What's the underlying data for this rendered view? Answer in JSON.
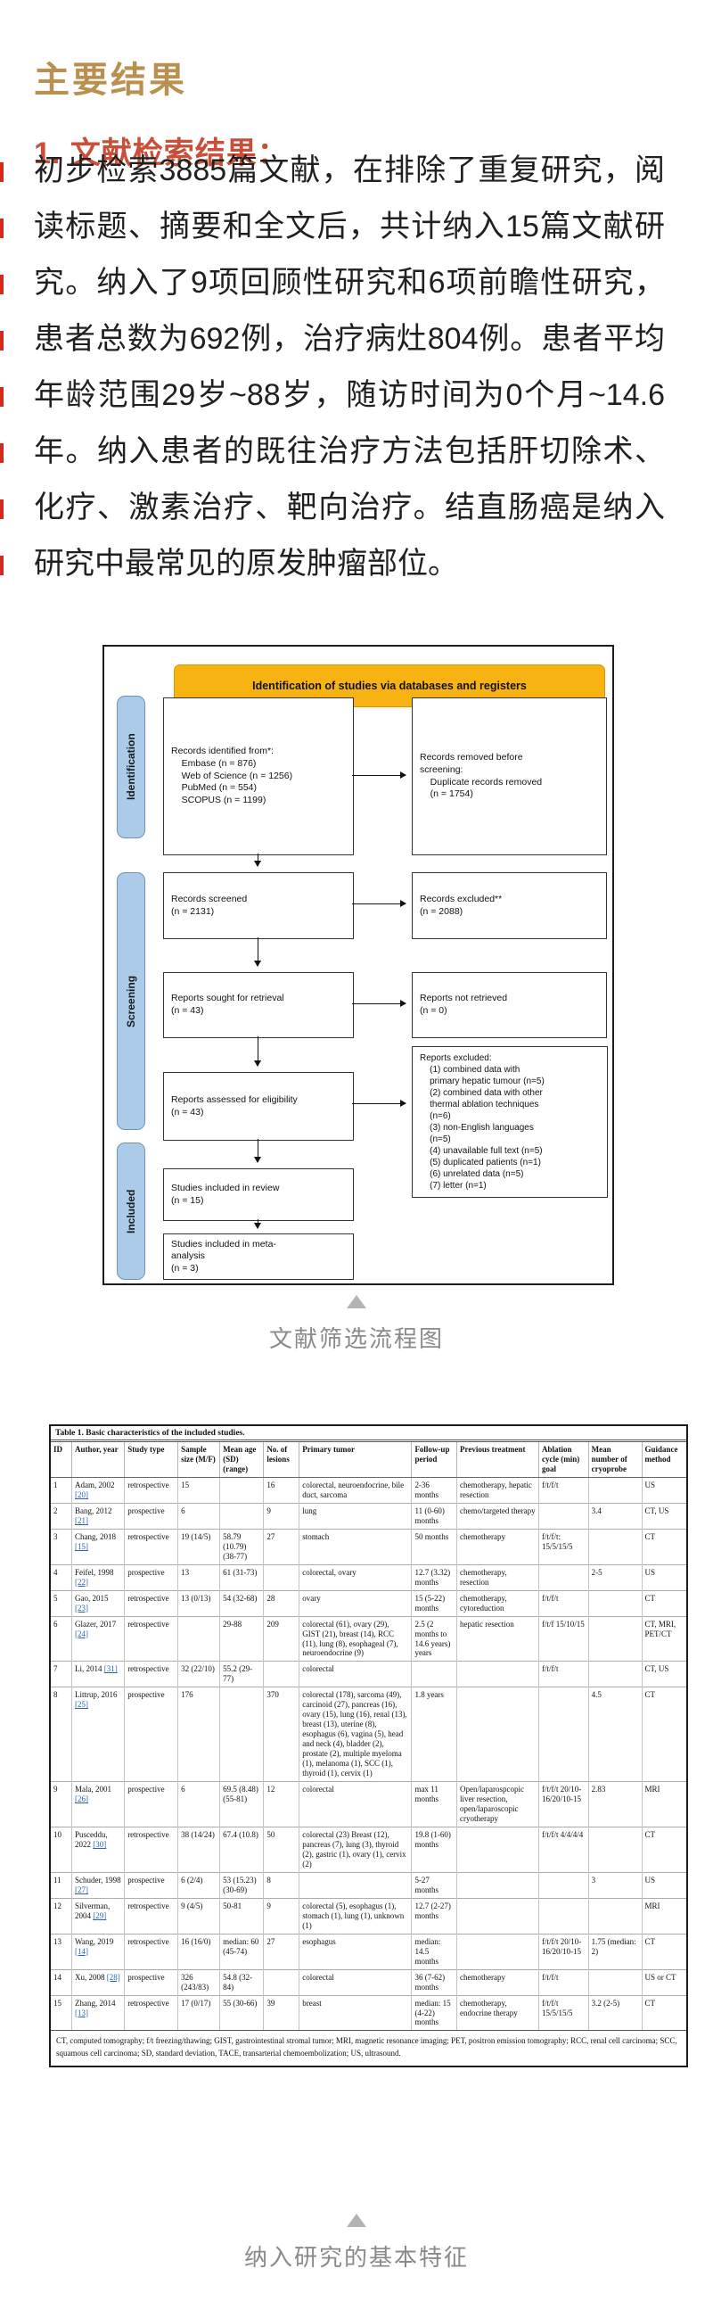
{
  "colors": {
    "section_title": "#b8904f",
    "subsection_title": "#c94f38",
    "line_marker": "#d42a1e",
    "banner_bg": "#f6b312",
    "banner_border": "#d89600",
    "stage_bg": "#abcbe9",
    "stage_border": "#6d93b8",
    "caption_gray": "#8a8a8a",
    "citation_blue": "#2c62b5"
  },
  "article": {
    "section_title": "主要结果",
    "subsection_title": "1. 文献检索结果：",
    "paragraph": "初步检索3885篇文献，在排除了重复研究，阅读标题、摘要和全文后，共计纳入15篇文献研究。纳入了9项回顾性研究和6项前瞻性研究，患者总数为692例，治疗病灶804例。患者平均年龄范围29岁~88岁，随访时间为0个月~14.6年。纳入患者的既往治疗方法包括肝切除术、化疗、激素治疗、靶向治疗。结直肠癌是纳入研究中最常见的原发肿瘤部位。"
  },
  "flowchart": {
    "banner": "Identification of studies via databases and registers",
    "stage_labels": [
      "Identification",
      "Screening",
      "Included"
    ],
    "boxes": {
      "identified": [
        "Records identified from*:",
        "    Embase (n = 876)",
        "    Web of Science (n = 1256)",
        "    PubMed (n = 554)",
        "    SCOPUS (n = 1199)"
      ],
      "removed": [
        "Records removed before",
        "screening:",
        "    Duplicate records removed",
        "    (n = 1754)"
      ],
      "screened": [
        "Records screened",
        "(n = 2131)"
      ],
      "excluded": [
        "Records excluded**",
        "(n = 2088)"
      ],
      "sought": [
        "Reports sought for retrieval",
        "(n = 43)"
      ],
      "not_retrieved": [
        "Reports not retrieved",
        "(n = 0)"
      ],
      "assessed": [
        "Reports assessed for eligibility",
        "(n = 43)"
      ],
      "reports_excluded": [
        "Reports excluded:",
        "    (1) combined data with",
        "    primary hepatic tumour (n=5)",
        "    (2) combined data with other",
        "    thermal ablation techniques",
        "    (n=6)",
        "    (3) non-English languages",
        "    (n=5)",
        "    (4) unavailable full text (n=5)",
        "    (5) duplicated patients (n=1)",
        "    (6) unrelated data (n=5)",
        "    (7) letter (n=1)"
      ],
      "included_review": [
        "Studies included in review",
        "(n = 15)"
      ],
      "included_meta": [
        "Studies included in meta-",
        "analysis",
        "(n = 3)"
      ]
    },
    "caption": "文献筛选流程图"
  },
  "table": {
    "title": "Table 1.  Basic characteristics of the included studies.",
    "headers": [
      "ID",
      "Author, year",
      "Study type",
      "Sample size (M/F)",
      "Mean age (SD) (range)",
      "No. of lesions",
      "Primary tumor",
      "Follow-up period",
      "Previous treatment",
      "Ablation cycle (min) goal",
      "Mean number of cryoprobe",
      "Guidance method"
    ],
    "rows": [
      [
        "1",
        "Adam, 2002 [20]",
        "retrospective",
        "15",
        "",
        "16",
        "colorectal, neuroendocrine, bile duct, sarcoma",
        "2-36 months",
        "chemotherapy, hepatic resection",
        "f/t/f/t",
        "",
        "US"
      ],
      [
        "2",
        "Bang, 2012 [21]",
        "prospective",
        "6",
        "",
        "9",
        "lung",
        "11 (0-60) months",
        "chemo/targeted therapy",
        "",
        "3.4",
        "CT, US"
      ],
      [
        "3",
        "Chang, 2018 [15]",
        "retrospective",
        "19 (14/5)",
        "58.79 (10.79) (38-77)",
        "27",
        "stomach",
        "50 months",
        "chemotherapy",
        "f/t/f/t: 15/5/15/5",
        "",
        "CT"
      ],
      [
        "4",
        "Feifel, 1998 [22]",
        "prospective",
        "13",
        "61 (31-73)",
        "",
        "colorectal, ovary",
        "12.7 (3.32) months",
        "chemotherapy, resection",
        "",
        "2-5",
        "US"
      ],
      [
        "5",
        "Gao, 2015 [23]",
        "retrospective",
        "13 (0/13)",
        "54 (32-68)",
        "28",
        "ovary",
        "15 (5-22) months",
        "chemotherapy, cytoreduction",
        "f/t/f/t",
        "",
        "CT"
      ],
      [
        "6",
        "Glazer, 2017 [24]",
        "retrospective",
        "",
        "29-88",
        "209",
        "colorectal (61), ovary (29), GIST (21), breast (14), RCC (11), lung (8), esophageal (7), neuroendocrine (9)",
        "2.5 (2 months to 14.6 years) years",
        "hepatic resection",
        "f/t/f 15/10/15",
        "",
        "CT, MRI, PET/CT"
      ],
      [
        "7",
        "Li, 2014 [31]",
        "retrospective",
        "32 (22/10)",
        "55.2 (29-77)",
        "",
        "colorectal",
        "",
        "",
        "f/t/f/t",
        "",
        "CT, US"
      ],
      [
        "8",
        "Littrup, 2016 [25]",
        "prospective",
        "176",
        "",
        "370",
        "colorectal (178), sarcoma (49), carcinoid (27), pancreas (16), ovary (15), lung (16), renal (13), breast (13), uterine (8), esophagus (6), vagina (5), head and neck (4), bladder (2), prostate (2), multiple myeloma (1), melanoma (1), SCC (1), thyroid (1), cervix (1)",
        "1.8 years",
        "",
        "",
        "4.5",
        "CT"
      ],
      [
        "9",
        "Mala, 2001 [26]",
        "prospective",
        "6",
        "69.5 (8.48) (55-81)",
        "12",
        "colorectal",
        "max 11 months",
        "Open/laparospcopic liver resection, open/laparoscopic cryotherapy",
        "f/t/f/t 20/10-16/20/10-15",
        "2.83",
        "MRI"
      ],
      [
        "10",
        "Pusceddu, 2022 [30]",
        "retrospective",
        "38 (14/24)",
        "67.4 (10.8)",
        "50",
        "colorectal (23) Breast (12), pancreas (7), lung (3), thyroid (2), gastric (1), ovary (1), cervix (2)",
        "19.8 (1-60) months",
        "",
        "f/t/f/t 4/4/4/4",
        "",
        "CT"
      ],
      [
        "11",
        "Schuder, 1998 [27]",
        "prospective",
        "6 (2/4)",
        "53 (15.23) (30-69)",
        "8",
        "",
        "5-27 months",
        "",
        "",
        "3",
        "US"
      ],
      [
        "12",
        "Silverman, 2004 [29]",
        "retrospective",
        "9 (4/5)",
        "50-81",
        "9",
        "colorectal (5), esophagus (1), stomach (1), lung (1), unknown (1)",
        "12.7 (2-27) months",
        "",
        "",
        "",
        "MRI"
      ],
      [
        "13",
        "Wang, 2019 [14]",
        "retrospective",
        "16 (16/0)",
        "median: 60 (45-74)",
        "27",
        "esophagus",
        "median: 14.5 months",
        "",
        "f/t/f/t 20/10-16/20/10-15",
        "1.75 (median: 2)",
        "CT"
      ],
      [
        "14",
        "Xu, 2008 [28]",
        "prospective",
        "326 (243/83)",
        "54.8 (32-84)",
        "",
        "colorectal",
        "36 (7-62) months",
        "chemotherapy",
        "f/t/f/t",
        "",
        "US or CT"
      ],
      [
        "15",
        "Zhang, 2014 [13]",
        "retrospective",
        "17 (0/17)",
        "55 (30-66)",
        "39",
        "breast",
        "median: 15 (4-22) months",
        "chemotherapy, endocrine therapy",
        "f/t/f/t 15/5/15/5",
        "3.2 (2-5)",
        "CT"
      ]
    ],
    "footnote": "CT, computed tomography; f/t freezing/thawing; GIST, gastrointestinal stromal tumor; MRI, magnetic resonance imaging; PET, positron emission tomography; RCC, renal cell carcinoma; SCC, squamous cell carcinoma; SD, standard deviation, TACE, transarterial chemoembolization; US, ultrasound.",
    "caption": "纳入研究的基本特征"
  }
}
